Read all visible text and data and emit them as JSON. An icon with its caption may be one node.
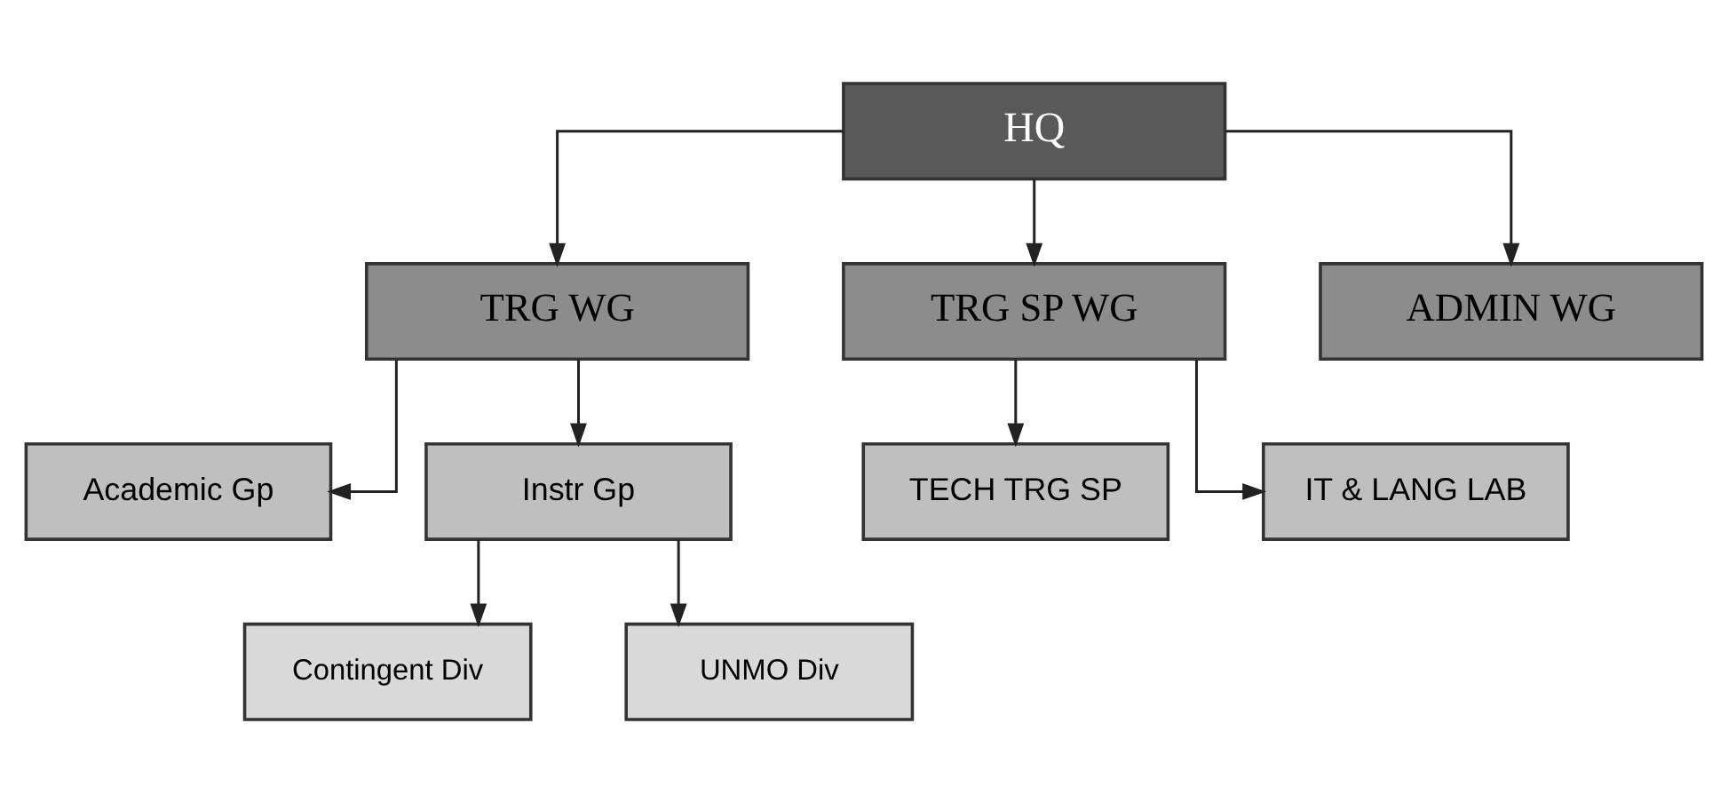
{
  "diagram": {
    "nodes": [
      {
        "text": [
          "HQ"
        ]
      },
      {
        "text": [
          "TRG WG"
        ]
      },
      {
        "text": [
          "TRG SP WG"
        ]
      },
      {
        "text": [
          "ADMIN WG"
        ]
      },
      {
        "text": [
          "Academic Gp"
        ]
      },
      {
        "text": [
          "Instr Gp"
        ]
      },
      {
        "text": [
          "Contingent Div"
        ]
      },
      {
        "text": [
          "UNMO Div"
        ]
      },
      {
        "text": [
          "TECH TRG SP"
        ]
      },
      {
        "text": [
          "IT & LANG LAB"
        ]
      }
    ],
    "edges": [
      {
        "from": 0,
        "to": 1,
        "arrow": "to"
      },
      {
        "from": 0,
        "to": 2,
        "arrow": "to"
      },
      {
        "from": 0,
        "to": 3,
        "arrow": "to"
      },
      {
        "from": 1,
        "to": 4,
        "arrow": "to"
      },
      {
        "from": 1,
        "to": 5,
        "arrow": "to"
      },
      {
        "from": 5,
        "to": 6,
        "arrow": "to"
      },
      {
        "from": 5,
        "to": 7,
        "arrow": "to"
      },
      {
        "from": 2,
        "to": 8,
        "arrow": "to"
      },
      {
        "from": 2,
        "to": 9,
        "arrow": "to"
      }
    ]
  }
}
